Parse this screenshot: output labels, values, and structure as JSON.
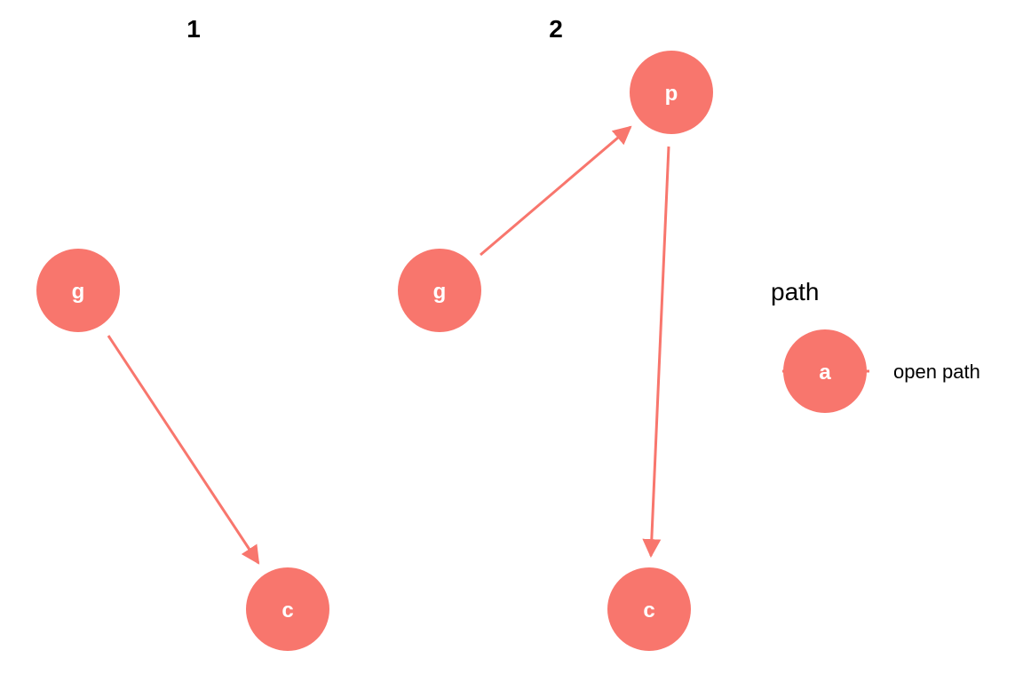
{
  "colors": {
    "node": "#F8766D",
    "edge": "#F8766D",
    "node_text": "#FFFFFF",
    "background": "#FFFFFF"
  },
  "panels": [
    {
      "title": "1",
      "nodes": [
        {
          "id": "g",
          "label": "g"
        },
        {
          "id": "c",
          "label": "c"
        }
      ],
      "edges": [
        {
          "from": "g",
          "to": "c"
        }
      ]
    },
    {
      "title": "2",
      "nodes": [
        {
          "id": "p",
          "label": "p"
        },
        {
          "id": "g",
          "label": "g"
        },
        {
          "id": "c",
          "label": "c"
        }
      ],
      "edges": [
        {
          "from": "g",
          "to": "p"
        },
        {
          "from": "p",
          "to": "c"
        }
      ]
    }
  ],
  "legend": {
    "title": "path",
    "items": [
      {
        "key": "a",
        "label": "open path"
      }
    ]
  }
}
